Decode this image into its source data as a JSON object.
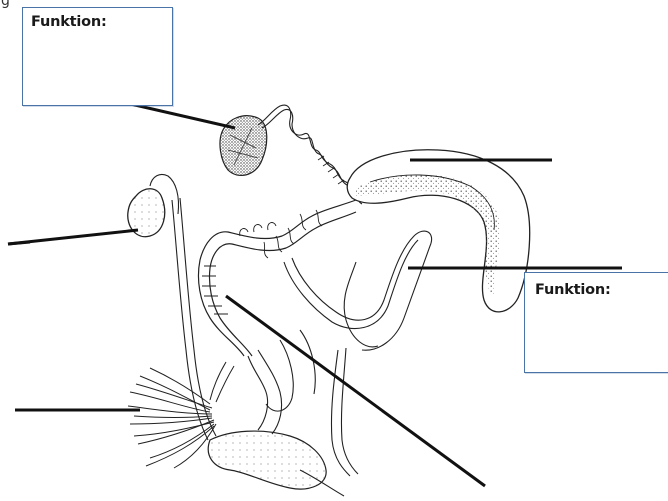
{
  "top_box": {
    "label": "Funktion:"
  },
  "right_box": {
    "label": "Funktion:"
  },
  "stray_char": "g",
  "colors": {
    "box_border": "#4a74a8",
    "ink": "#111111",
    "stipple": "#555555"
  }
}
